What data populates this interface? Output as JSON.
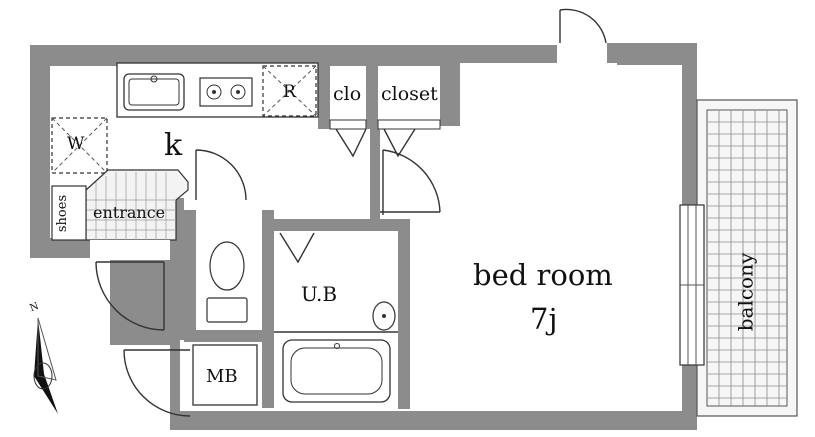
{
  "labels": {
    "refrigerator": "R",
    "closet_small": "clo",
    "closet": "closet",
    "washer": "W",
    "kitchen": "k",
    "shoes": "shoes",
    "entrance": "entrance",
    "unit_bath": "U.B",
    "bedroom": "bed room",
    "bedroom_size": "7j",
    "balcony": "balcony",
    "meter_box": "MB",
    "north": "N"
  }
}
